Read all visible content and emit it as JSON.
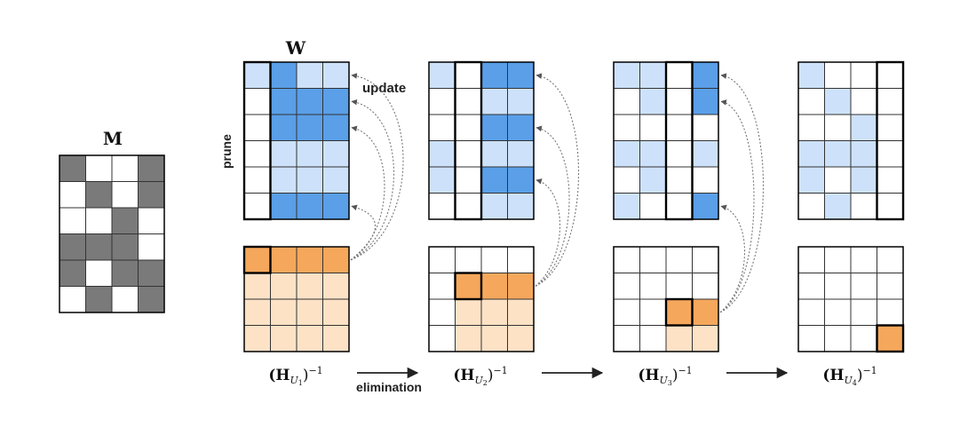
{
  "labels": {
    "mask": "M",
    "weights": "W",
    "update": "update",
    "prune": "prune",
    "elimination": "elimination",
    "h_steps": [
      {
        "base": "(H",
        "sub": "U",
        "subsub": "1",
        "post": ")",
        "sup": "−1"
      },
      {
        "base": "(H",
        "sub": "U",
        "subsub": "2",
        "post": ")",
        "sup": "−1"
      },
      {
        "base": "(H",
        "sub": "U",
        "subsub": "3",
        "post": ")",
        "sup": "−1"
      },
      {
        "base": "(H",
        "sub": "U",
        "subsub": "4",
        "post": ")",
        "sup": "−1"
      }
    ]
  },
  "colors": {
    "mask_on": "#7a7a7a",
    "mask_off": "#ffffff",
    "w_dark": "#5a9fe8",
    "w_light": "#cde2fa",
    "w_white": "#ffffff",
    "h_dark": "#f5a85c",
    "h_light": "#fde2c6",
    "h_white": "#ffffff",
    "grid_line": "#333333",
    "border_bold": "#000000",
    "arrow": "#777777"
  },
  "mask_grid": [
    [
      1,
      0,
      0,
      1
    ],
    [
      0,
      1,
      0,
      1
    ],
    [
      0,
      0,
      1,
      0
    ],
    [
      1,
      1,
      1,
      0
    ],
    [
      1,
      0,
      1,
      1
    ],
    [
      0,
      1,
      0,
      1
    ]
  ],
  "steps": [
    {
      "w_grid": [
        [
          "L",
          "D",
          "L",
          "L"
        ],
        [
          "W",
          "D",
          "D",
          "D"
        ],
        [
          "W",
          "D",
          "D",
          "D"
        ],
        [
          "W",
          "L",
          "L",
          "L"
        ],
        [
          "W",
          "L",
          "L",
          "L"
        ],
        [
          "W",
          "D",
          "D",
          "D"
        ]
      ],
      "pruned_col": 0,
      "h_grid": [
        [
          "D",
          "D",
          "D",
          "D"
        ],
        [
          "L",
          "L",
          "L",
          "L"
        ],
        [
          "L",
          "L",
          "L",
          "L"
        ],
        [
          "L",
          "L",
          "L",
          "L"
        ]
      ],
      "h_active": [
        0,
        0
      ],
      "updated_rows": [
        0,
        1,
        2,
        5
      ]
    },
    {
      "w_grid": [
        [
          "L",
          "W",
          "D",
          "D"
        ],
        [
          "W",
          "W",
          "L",
          "L"
        ],
        [
          "W",
          "W",
          "D",
          "D"
        ],
        [
          "L",
          "W",
          "L",
          "L"
        ],
        [
          "L",
          "W",
          "D",
          "D"
        ],
        [
          "W",
          "W",
          "L",
          "L"
        ]
      ],
      "pruned_col": 1,
      "h_grid": [
        [
          "W",
          "W",
          "W",
          "W"
        ],
        [
          "W",
          "D",
          "D",
          "D"
        ],
        [
          "W",
          "L",
          "L",
          "L"
        ],
        [
          "W",
          "L",
          "L",
          "L"
        ]
      ],
      "h_active": [
        1,
        1
      ],
      "updated_rows": [
        0,
        2,
        4
      ]
    },
    {
      "w_grid": [
        [
          "L",
          "L",
          "W",
          "D"
        ],
        [
          "W",
          "L",
          "W",
          "D"
        ],
        [
          "W",
          "W",
          "W",
          "W"
        ],
        [
          "L",
          "L",
          "W",
          "L"
        ],
        [
          "W",
          "L",
          "W",
          "W"
        ],
        [
          "L",
          "W",
          "W",
          "D"
        ]
      ],
      "pruned_col": 2,
      "h_grid": [
        [
          "W",
          "W",
          "W",
          "W"
        ],
        [
          "W",
          "W",
          "W",
          "W"
        ],
        [
          "W",
          "W",
          "D",
          "D"
        ],
        [
          "W",
          "W",
          "L",
          "L"
        ]
      ],
      "h_active": [
        2,
        2
      ],
      "updated_rows": [
        0,
        1,
        5
      ]
    },
    {
      "w_grid": [
        [
          "L",
          "W",
          "W",
          "W"
        ],
        [
          "W",
          "L",
          "W",
          "W"
        ],
        [
          "W",
          "W",
          "L",
          "W"
        ],
        [
          "L",
          "L",
          "L",
          "W"
        ],
        [
          "L",
          "W",
          "L",
          "W"
        ],
        [
          "W",
          "L",
          "W",
          "W"
        ]
      ],
      "pruned_col": 3,
      "h_grid": [
        [
          "W",
          "W",
          "W",
          "W"
        ],
        [
          "W",
          "W",
          "W",
          "W"
        ],
        [
          "W",
          "W",
          "W",
          "W"
        ],
        [
          "W",
          "W",
          "W",
          "D"
        ]
      ],
      "h_active": [
        3,
        3
      ],
      "updated_rows": []
    }
  ]
}
